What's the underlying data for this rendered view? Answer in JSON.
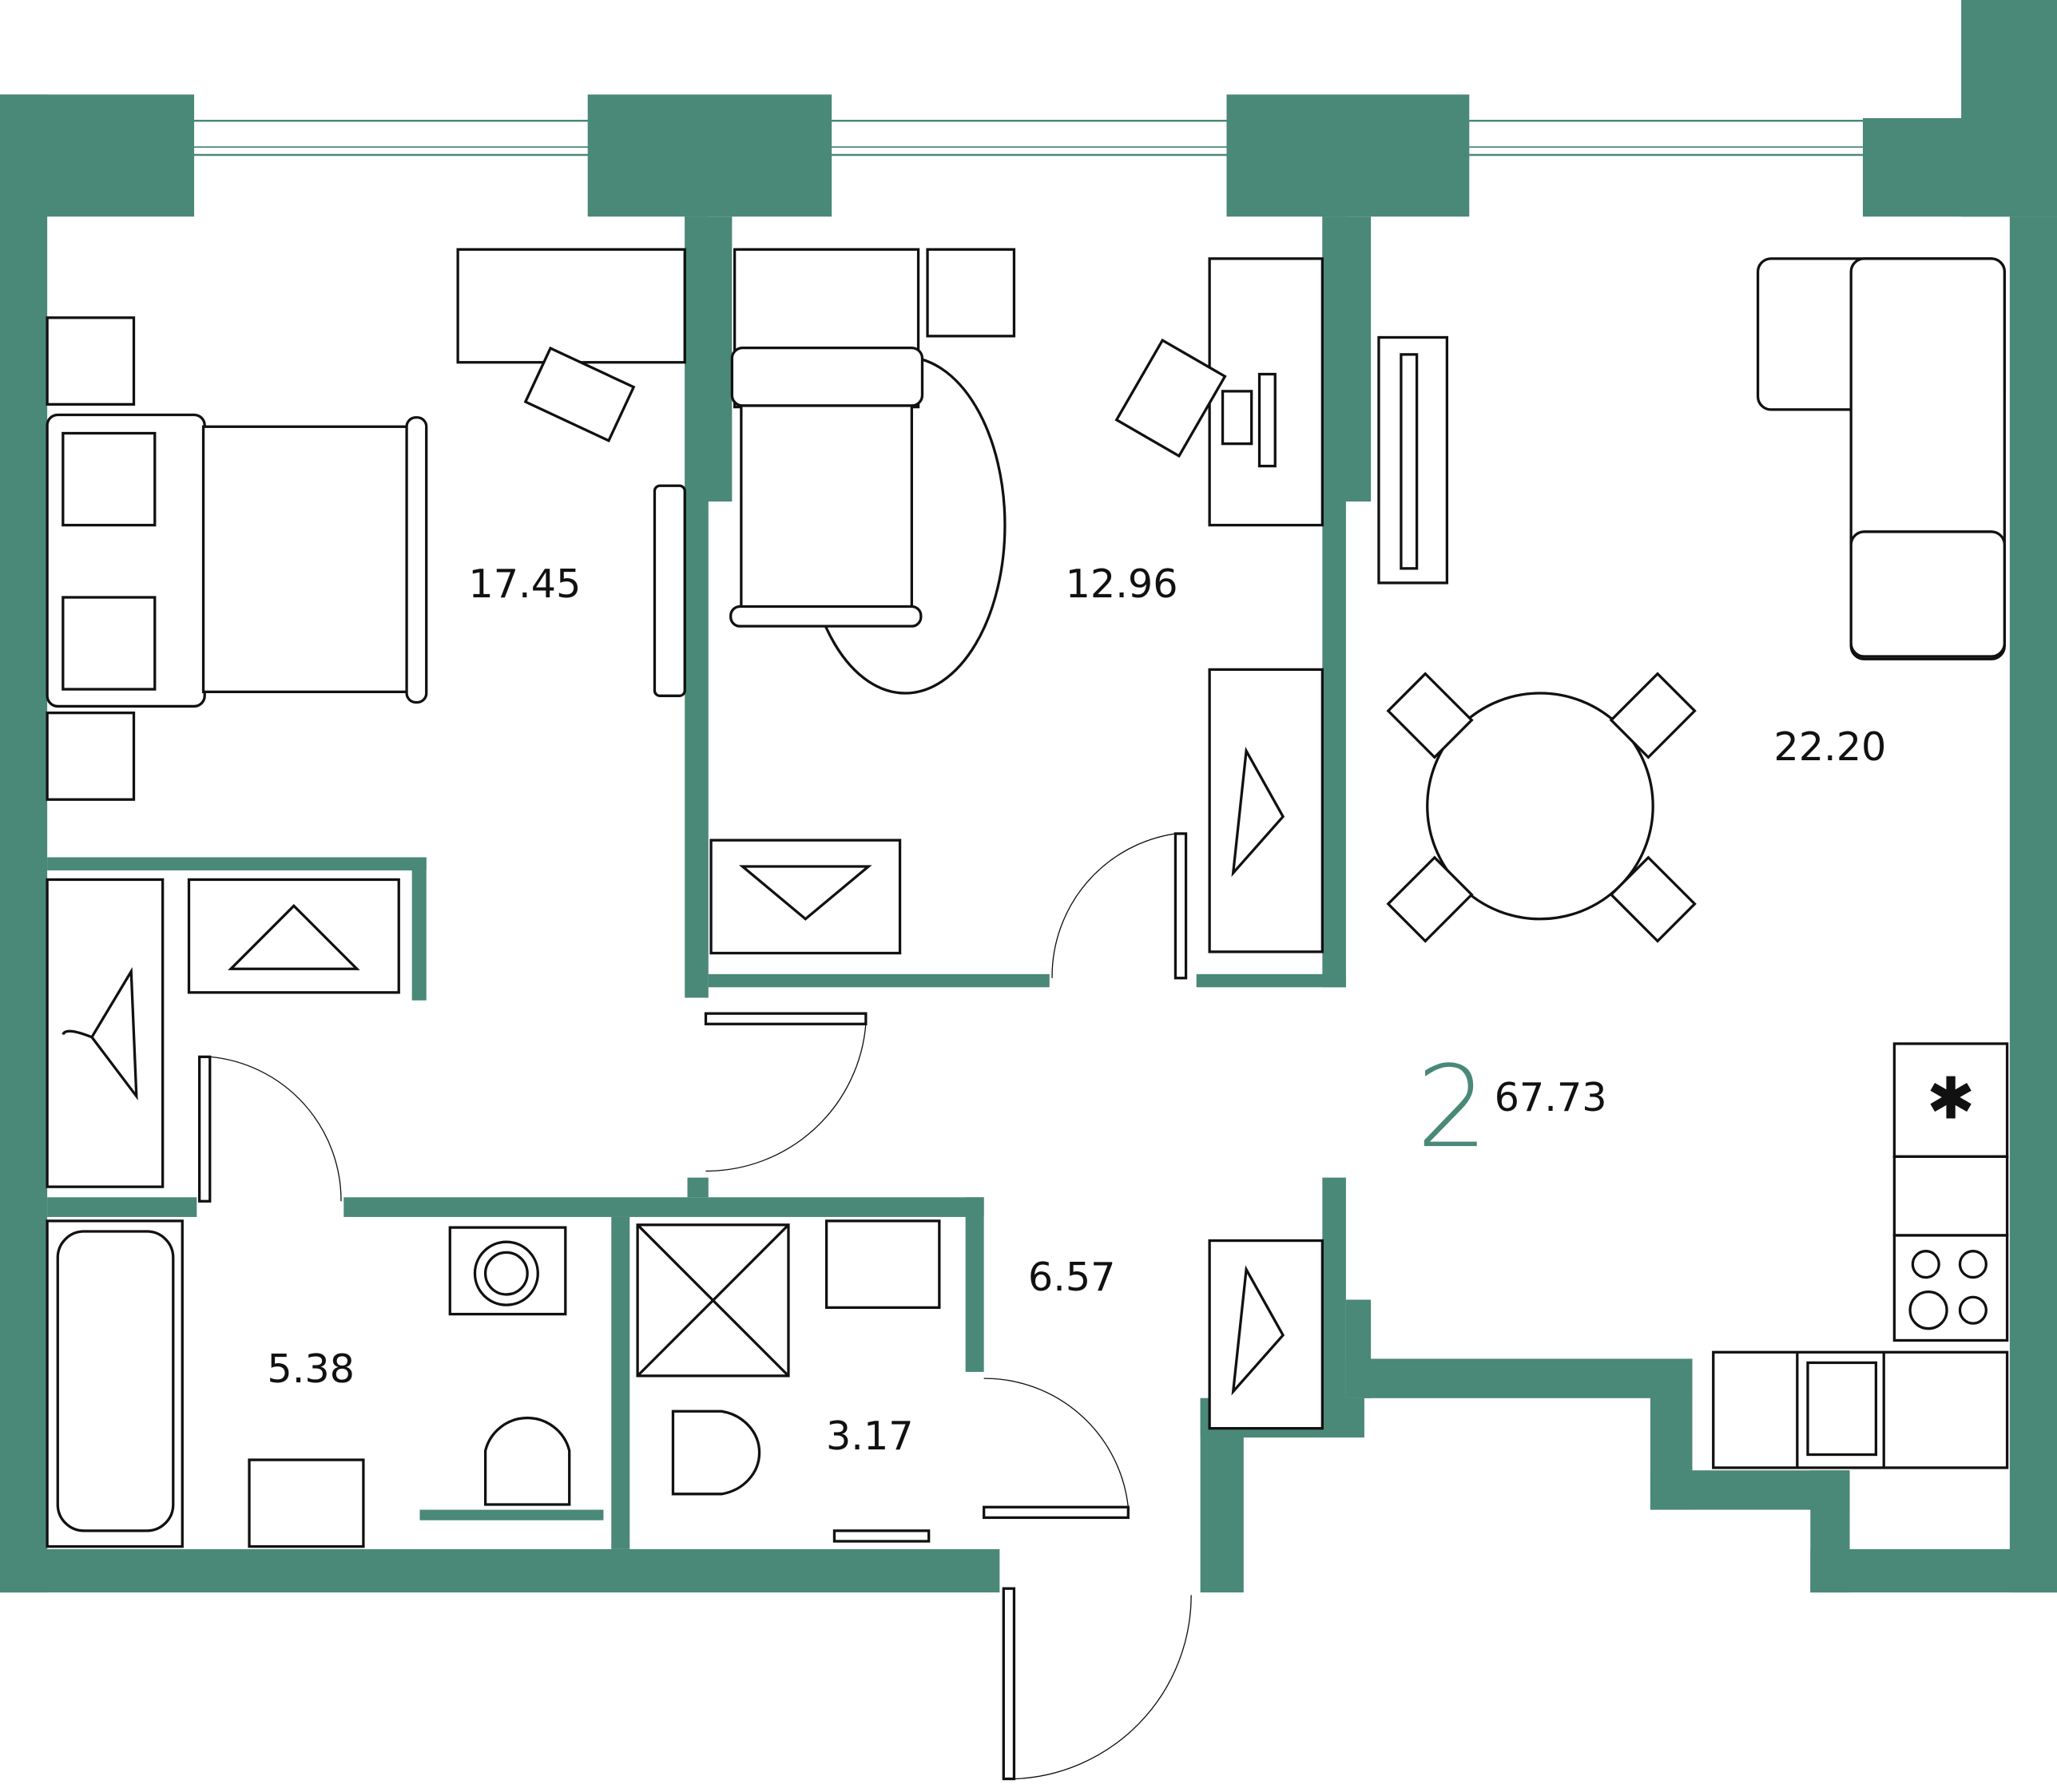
{
  "plan": {
    "rooms_count": "2",
    "total_area": "67.73",
    "rooms": [
      {
        "id": "bedroom-1",
        "area": "17.45"
      },
      {
        "id": "bedroom-2",
        "area": "12.96"
      },
      {
        "id": "living-kitchen",
        "area": "22.20"
      },
      {
        "id": "hallway",
        "area": "6.57"
      },
      {
        "id": "bathroom",
        "area": "5.38"
      },
      {
        "id": "wc",
        "area": "3.17"
      }
    ]
  },
  "colors": {
    "wall": "#4a8878",
    "ink": "#111111",
    "background": "#ffffff"
  }
}
